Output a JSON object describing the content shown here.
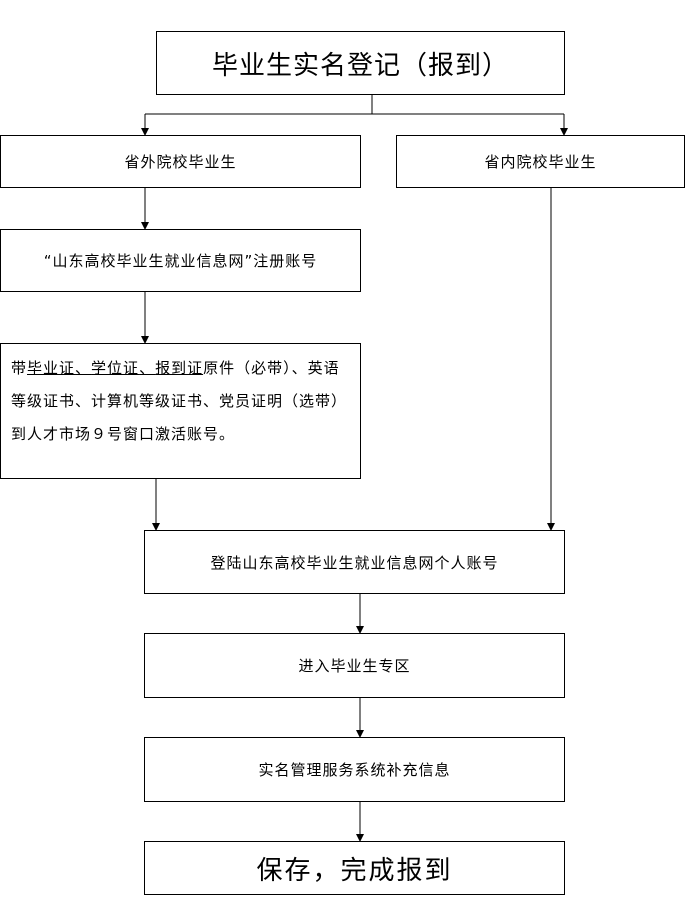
{
  "title": "毕业生实名登记（报到）",
  "branch_out": "省外院校毕业生",
  "branch_in": "省内院校毕业生",
  "register": "“山东高校毕业生就业信息网”注册账号",
  "documents": {
    "prefix": "带",
    "u1": "毕业证",
    "sep1": "、",
    "u2": "学位证",
    "sep2": "、",
    "u3": "报到证",
    "rest": "原件（必带）、英语等级证书、计算机等级证书、党员证明（选带）到人才市场９号窗口激活账号。"
  },
  "login": "登陆山东高校毕业生就业信息网个人账号",
  "enter": "进入毕业生专区",
  "supplement": "实名管理服务系统补充信息",
  "finish": "保存，完成报到"
}
